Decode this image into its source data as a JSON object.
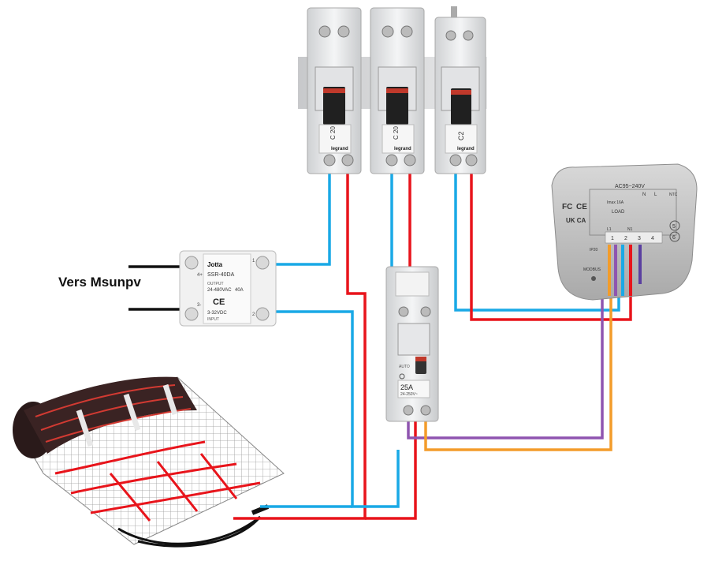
{
  "diagram": {
    "label": "Vers Msunpv",
    "wire_colors": {
      "live": "#e8141b",
      "neutral": "#19a9e6",
      "purple": "#8f55b0",
      "orange": "#f39c2a",
      "black": "#111111"
    },
    "breakers": [
      {
        "rating": "C 20",
        "brand": "legrand"
      },
      {
        "rating": "C 20",
        "brand": "legrand"
      },
      {
        "rating": "C2",
        "brand": "legrand"
      }
    ],
    "ssr": {
      "brand": "Jotta",
      "model": "SSR-40DA",
      "output_label": "OUTPUT",
      "output_rating": "24-480VAC",
      "current": "40A",
      "input_label": "INPUT",
      "input_rating": "3-32VDC",
      "ce": "CE",
      "terminals": [
        "1",
        "2",
        "4+",
        "3-"
      ]
    },
    "contactor": {
      "rating": "25A",
      "voltage": "24-250V~",
      "mode": "AUTO"
    },
    "thermostat": {
      "voltage": "AC95~240V",
      "imax": "Imax 16A",
      "load": "LOAD",
      "n": "N",
      "l": "L",
      "ntc": "NTC",
      "terminal_l1": "L1",
      "terminal_n1": "N1",
      "terminals": [
        "1",
        "2",
        "3",
        "4",
        "5",
        "6"
      ],
      "ip": "IP20",
      "certs": [
        "FC",
        "CE",
        "UK CA"
      ],
      "modbus": "MODBUS"
    }
  }
}
